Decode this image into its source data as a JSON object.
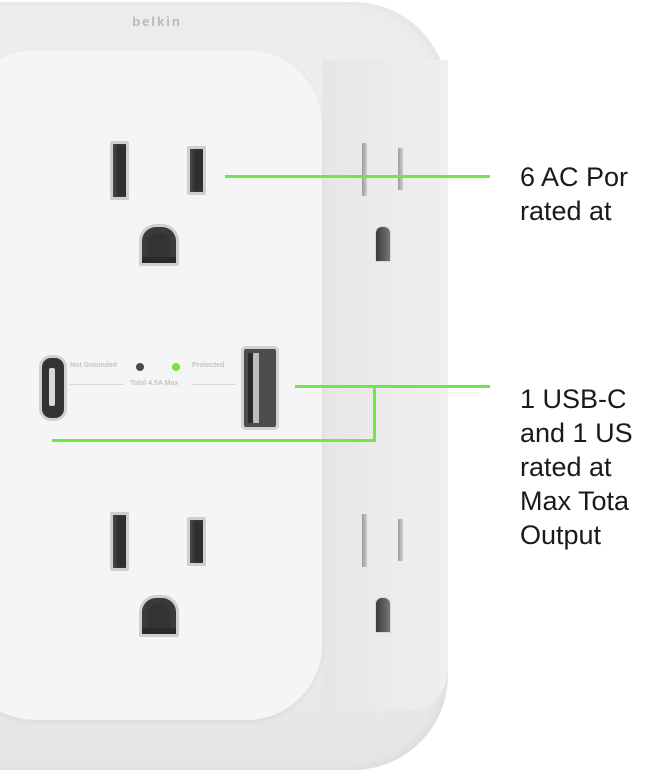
{
  "product": {
    "brand": "belkin",
    "indicators": {
      "not_grounded_label": "Not Grounded",
      "protected_label": "Protected",
      "total_label": "Total 4.5A Max",
      "not_grounded_led_color": "#4a4a4a",
      "protected_led_color": "#7ee03a"
    }
  },
  "callouts": {
    "accent_color": "#6be84a",
    "ac": {
      "lines": [
        "6 AC Por",
        "rated at"
      ]
    },
    "usb": {
      "lines": [
        "1 USB-C",
        "and 1 US",
        "rated at",
        "Max Tota",
        "Output"
      ]
    }
  }
}
